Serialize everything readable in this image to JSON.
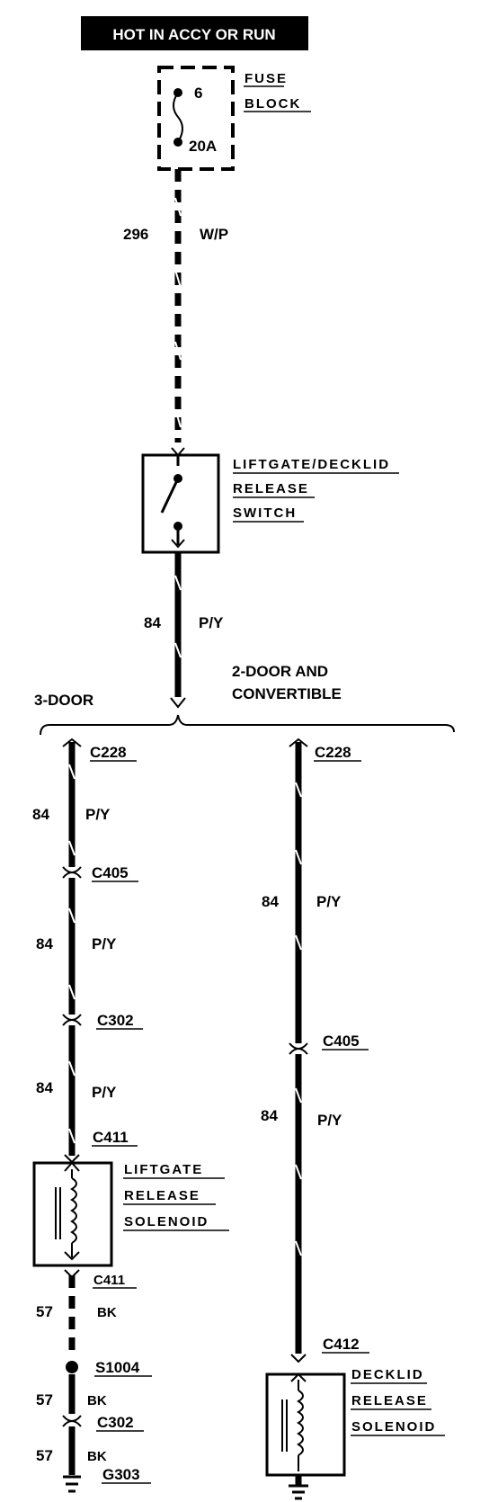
{
  "power_source": "HOT IN ACCY OR RUN",
  "fuse_block": {
    "label_line1": "FUSE",
    "label_line2": "BLOCK",
    "fuse_number": "6",
    "fuse_rating": "20A"
  },
  "circuit_296": {
    "number": "296",
    "color": "W/P"
  },
  "switch": {
    "line1": "LIFTGATE/DECKLID",
    "line2": "RELEASE",
    "line3": "SWITCH"
  },
  "circuit_84": {
    "number": "84",
    "color": "P/Y"
  },
  "branches": {
    "left": "3-DOOR",
    "right_line1": "2-DOOR AND",
    "right_line2": "CONVERTIBLE"
  },
  "left_branch": {
    "c228": "C228",
    "c405": "C405",
    "c302_top": "C302",
    "c411_top": "C411",
    "solenoid_line1": "LIFTGATE",
    "solenoid_line2": "RELEASE",
    "solenoid_line3": "SOLENOID",
    "c411_bottom": "C411",
    "splice": "S1004",
    "c302_bottom": "C302",
    "ground": "G303",
    "ground_circuit": "57",
    "ground_color": "BK"
  },
  "right_branch": {
    "c228": "C228",
    "c405": "C405",
    "c412": "C412",
    "solenoid_line1": "DECKLID",
    "solenoid_line2": "RELEASE",
    "solenoid_line3": "SOLENOID"
  }
}
